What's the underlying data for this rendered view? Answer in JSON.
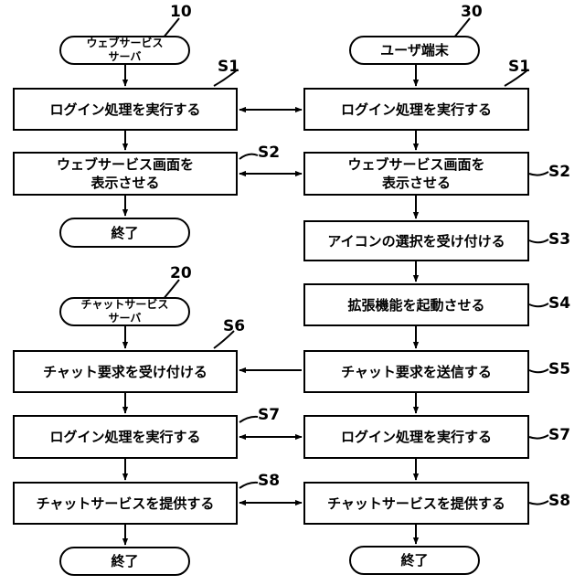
{
  "web_server": {
    "ref": "10",
    "title": "ウェブサービス\nサーバ",
    "steps": [
      {
        "step": "S1",
        "text": "ログイン処理を実行する"
      },
      {
        "step": "S2",
        "text": "ウェブサービス画面を\n表示させる"
      }
    ],
    "end": "終了"
  },
  "user_terminal": {
    "ref": "30",
    "title": "ユーザ端末",
    "steps": [
      {
        "step": "S1",
        "text": "ログイン処理を実行する"
      },
      {
        "step": "S2",
        "text": "ウェブサービス画面を\n表示させる"
      },
      {
        "step": "S3",
        "text": "アイコンの選択を受け付ける"
      },
      {
        "step": "S4",
        "text": "拡張機能を起動させる"
      },
      {
        "step": "S5",
        "text": "チャット要求を送信する"
      },
      {
        "step": "S7",
        "text": "ログイン処理を実行する"
      },
      {
        "step": "S8",
        "text": "チャットサービスを提供する"
      }
    ],
    "end": "終了"
  },
  "chat_server": {
    "ref": "20",
    "title": "チャットサービス\nサーバ",
    "steps": [
      {
        "step": "S6",
        "text": "チャット要求を受け付ける"
      },
      {
        "step": "S7",
        "text": "ログイン処理を実行する"
      },
      {
        "step": "S8",
        "text": "チャットサービスを提供する"
      }
    ],
    "end": "終了"
  }
}
